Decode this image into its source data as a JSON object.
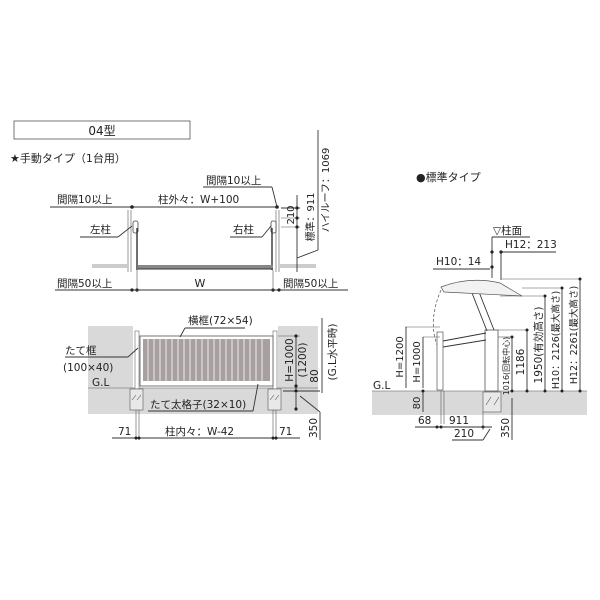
{
  "title_box": {
    "label": "04型"
  },
  "left": {
    "subtitle": "★手動タイプ（1台用）",
    "plan": {
      "gap_top_left": "間隔10以上",
      "gap_top_right": "間隔10以上",
      "outer_span": "柱外々：W+100",
      "left_post": "左柱",
      "right_post": "右柱",
      "dim_210": "210",
      "std_height": "標準：911",
      "hiroof_height": "ハイルーフ：1069",
      "gap_bottom_left": "間隔50以上",
      "gap_bottom_right": "間隔50以上",
      "width": "W"
    },
    "elevation": {
      "top_rail": "横框(72×54)",
      "vertical_frame": "たて框",
      "vertical_frame_size": "(100×40)",
      "gl": "G.L",
      "lattice": "たて太格子(32×10)",
      "h_label": "H=1000",
      "h_alt": "(1200)",
      "dim_80": "80",
      "gl_level": "(G.L水平時)",
      "dim_350": "350",
      "dim_71_left": "71",
      "dim_71_right": "71",
      "inner_span": "柱内々：W-42"
    }
  },
  "right": {
    "subtitle": "●標準タイプ",
    "post_face": "▽柱面",
    "h12": "H12：213",
    "h10": "H10：14",
    "h1200": "H=1200",
    "h1000": "H=1000",
    "gl": "G.L",
    "dim_80": "80",
    "dim_68": "68",
    "dim_911": "911",
    "dim_210": "210",
    "dim_350": "350",
    "pivot": "1016(回転中心)",
    "dim_1186": "1186",
    "effective": "1950(有効高さ)",
    "h10_max": "H10：2126(最大高さ)",
    "h12_max": "H12：2261(最大高さ)"
  }
}
